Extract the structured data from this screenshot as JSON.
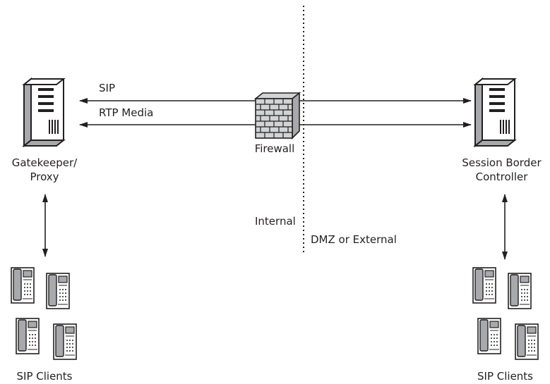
{
  "labels": {
    "gatekeeper_line1": "Gatekeeper/",
    "gatekeeper_line2": "Proxy",
    "sbc_line1": "Session Border",
    "sbc_line2": "Controller",
    "firewall": "Firewall",
    "sip": "SIP",
    "rtp_media": "RTP Media",
    "internal": "Internal",
    "dmz_external": "DMZ or External",
    "sip_clients_left": "SIP Clients",
    "sip_clients_right": "SIP Clients"
  },
  "icons": {
    "server": "server-tower-icon",
    "phone": "desk-phone-icon",
    "firewall": "brick-wall-icon"
  },
  "colors": {
    "line": "#231f20",
    "device_face": "#ffffff",
    "device_shade": "#a7a9ac",
    "brick_fill": "#d1d3d4"
  }
}
